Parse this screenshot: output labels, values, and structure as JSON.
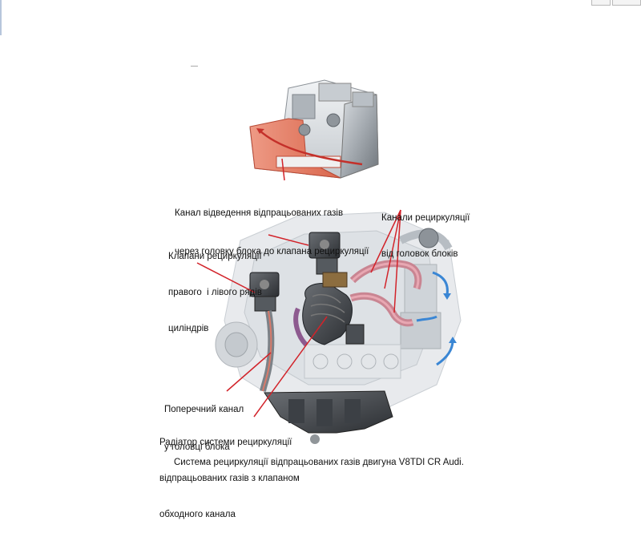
{
  "labels": {
    "exhaust_channel_line1": "Канал відведення відпрацьованих газів",
    "exhaust_channel_line2": "через головку блока до клапана рециркуляції",
    "recirc_channels_line1": "Канали рециркуляції",
    "recirc_channels_line2": "від головок блоків",
    "valves_line1": "Клапани рециркуляції",
    "valves_line2": "правого  і лівого рядів",
    "valves_line3": "циліндрів",
    "cross_channel_line1": "Поперечний канал",
    "cross_channel_line2": "у головці блока",
    "radiator_line1": "Радіатор системи рециркуляції",
    "radiator_line2": "відпрацьованих газів з клапаном",
    "radiator_line3": "обходного канала",
    "caption": "Система рециркуляції відпрацьованих газів двигуна V8TDI CR Audi."
  },
  "colors": {
    "callout_line": "#d2232a",
    "engine_grey": "#9aa0a6",
    "exhaust_red": "#e07060",
    "coolant_blue": "#3a86d4"
  }
}
